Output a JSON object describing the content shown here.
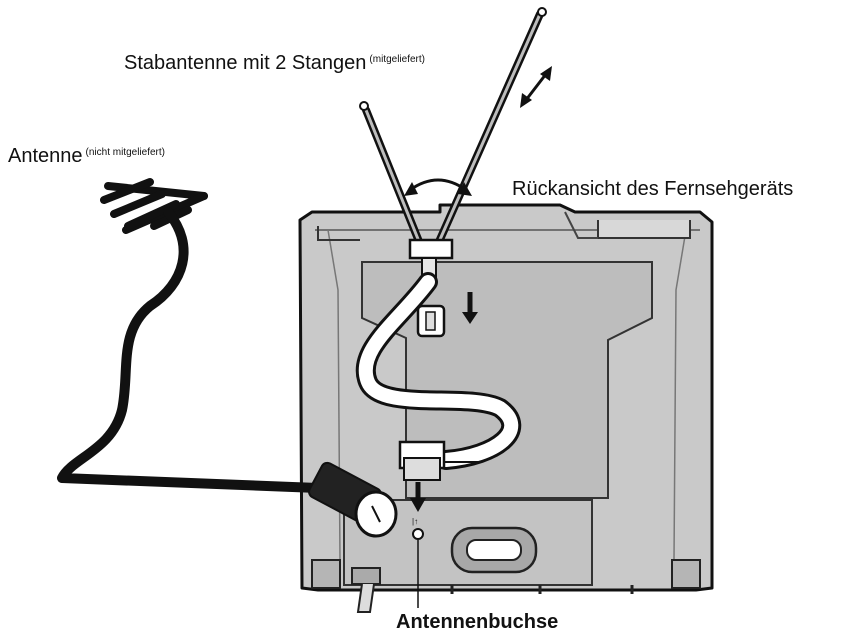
{
  "labels": {
    "rod_antenna": "Stabantenne mit 2 Stangen",
    "rod_antenna_note": "(mitgeliefert)",
    "external_antenna": "Antenne",
    "external_antenna_note": "(nicht mitgeliefert)",
    "tv_back": "Rückansicht des Fernsehgeräts",
    "antenna_jack": "Antennenbuchse"
  },
  "colors": {
    "line": "#111111",
    "tv_body": "#c9c9c9",
    "tv_panel": "#bdbdbd",
    "cable": "#dcdcdc"
  }
}
